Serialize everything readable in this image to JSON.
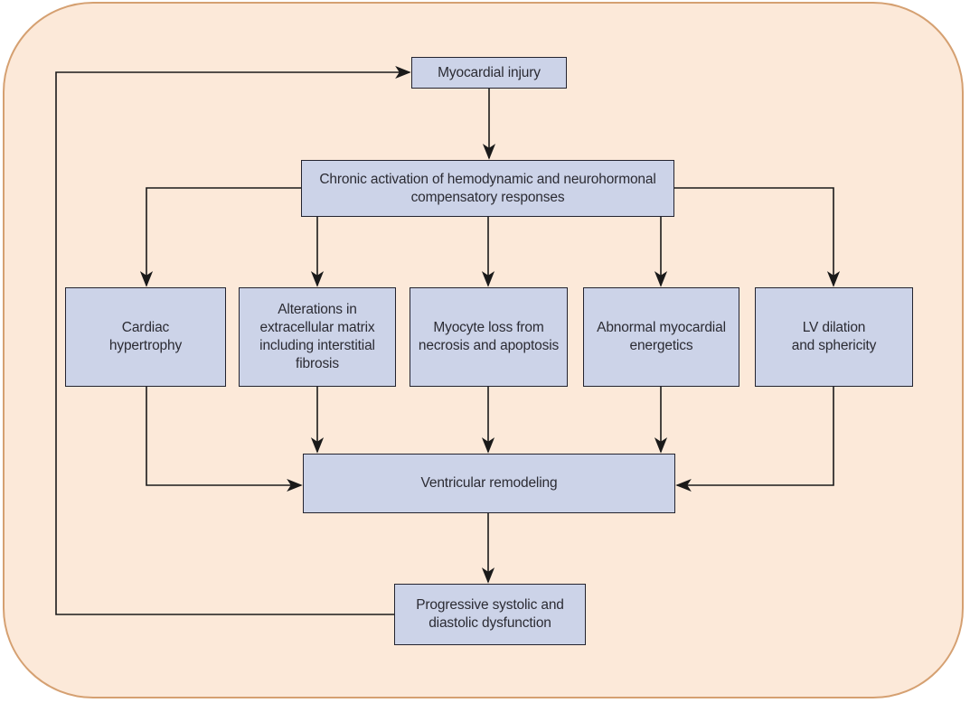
{
  "diagram": {
    "type": "flowchart",
    "colors": {
      "page_background": "#ffffff",
      "canvas_background": "#fce9d9",
      "canvas_border": "#d5a071",
      "node_fill": "#ccd3e8",
      "node_border": "#23232f",
      "node_text": "#2b2b33",
      "arrow": "#1a1a1a"
    },
    "nodes": {
      "myocardial_injury": {
        "label": "Myocardial injury"
      },
      "chronic_activation": {
        "label": "Chronic activation of hemodynamic and neurohormonal\ncompensatory responses"
      },
      "cardiac_hypertrophy": {
        "label": "Cardiac\nhypertrophy"
      },
      "ecm_alterations": {
        "label": "Alterations in\nextracellular matrix\nincluding interstitial\nfibrosis"
      },
      "myocyte_loss": {
        "label": "Myocyte loss from\nnecrosis and apoptosis"
      },
      "abnormal_energetics": {
        "label": "Abnormal myocardial\nenergetics"
      },
      "lv_dilation": {
        "label": "LV dilation\nand sphericity"
      },
      "ventricular_remodeling": {
        "label": "Ventricular remodeling"
      },
      "progressive_dysfunction": {
        "label": "Progressive systolic and\ndiastolic dysfunction"
      }
    },
    "edges": [
      {
        "from": "myocardial_injury",
        "to": "chronic_activation"
      },
      {
        "from": "chronic_activation",
        "to": "cardiac_hypertrophy"
      },
      {
        "from": "chronic_activation",
        "to": "ecm_alterations"
      },
      {
        "from": "chronic_activation",
        "to": "myocyte_loss"
      },
      {
        "from": "chronic_activation",
        "to": "abnormal_energetics"
      },
      {
        "from": "chronic_activation",
        "to": "lv_dilation"
      },
      {
        "from": "cardiac_hypertrophy",
        "to": "ventricular_remodeling"
      },
      {
        "from": "ecm_alterations",
        "to": "ventricular_remodeling"
      },
      {
        "from": "myocyte_loss",
        "to": "ventricular_remodeling"
      },
      {
        "from": "abnormal_energetics",
        "to": "ventricular_remodeling"
      },
      {
        "from": "lv_dilation",
        "to": "ventricular_remodeling"
      },
      {
        "from": "ventricular_remodeling",
        "to": "progressive_dysfunction"
      },
      {
        "from": "progressive_dysfunction",
        "to": "myocardial_injury"
      }
    ]
  }
}
